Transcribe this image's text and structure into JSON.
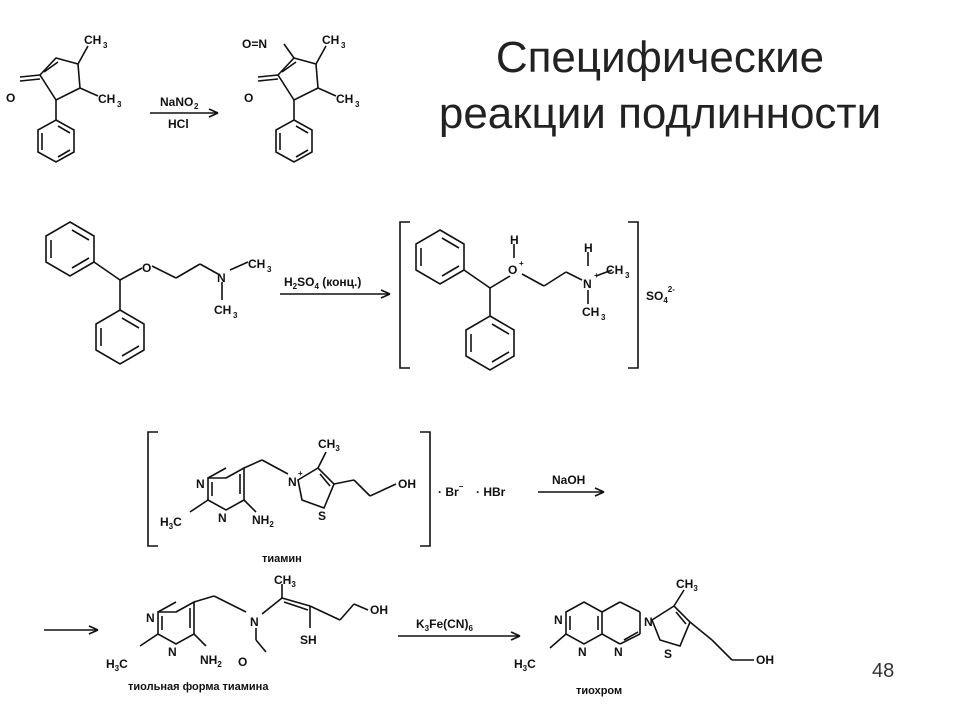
{
  "title": {
    "line1": "Специфические",
    "line2": "реакции подлинности"
  },
  "page_number": "48",
  "reaction1": {
    "reagent_top": "NaNO",
    "reagent_top_sub": "2",
    "reagent_bottom": "HCl",
    "atoms": {
      "ch3": "CH",
      "ch3_sub": "3",
      "o": "O",
      "n": "N",
      "no": "O=N"
    }
  },
  "reaction2": {
    "reagent": "H",
    "reagent_sub1": "2",
    "reagent_mid": "SO",
    "reagent_sub2": "4",
    "reagent_tail": " (конц.)",
    "counterion": "SO",
    "counterion_sub": "4",
    "counterion_sup": "2-",
    "atoms": {
      "o": "O",
      "n": "N",
      "h": "H",
      "plus": "+"
    }
  },
  "reaction3": {
    "bromide": "· Br",
    "bromide_sup": "−",
    "hbr": "· HBr",
    "reagent": "NaOH",
    "caption": "тиамин",
    "atoms": {
      "oh": "OH",
      "s": "S",
      "nh2": "NH",
      "h3c": "H",
      "n": "N"
    }
  },
  "reaction4": {
    "reagent": "K",
    "reagent_sub1": "3",
    "reagent_mid": "Fe(CN)",
    "reagent_sub2": "6",
    "caption_left": "тиольная форма тиамина",
    "caption_right": "тиохром",
    "atoms": {
      "sh": "SH",
      "oh": "OH",
      "o": "O",
      "s": "S",
      "n": "N"
    }
  }
}
